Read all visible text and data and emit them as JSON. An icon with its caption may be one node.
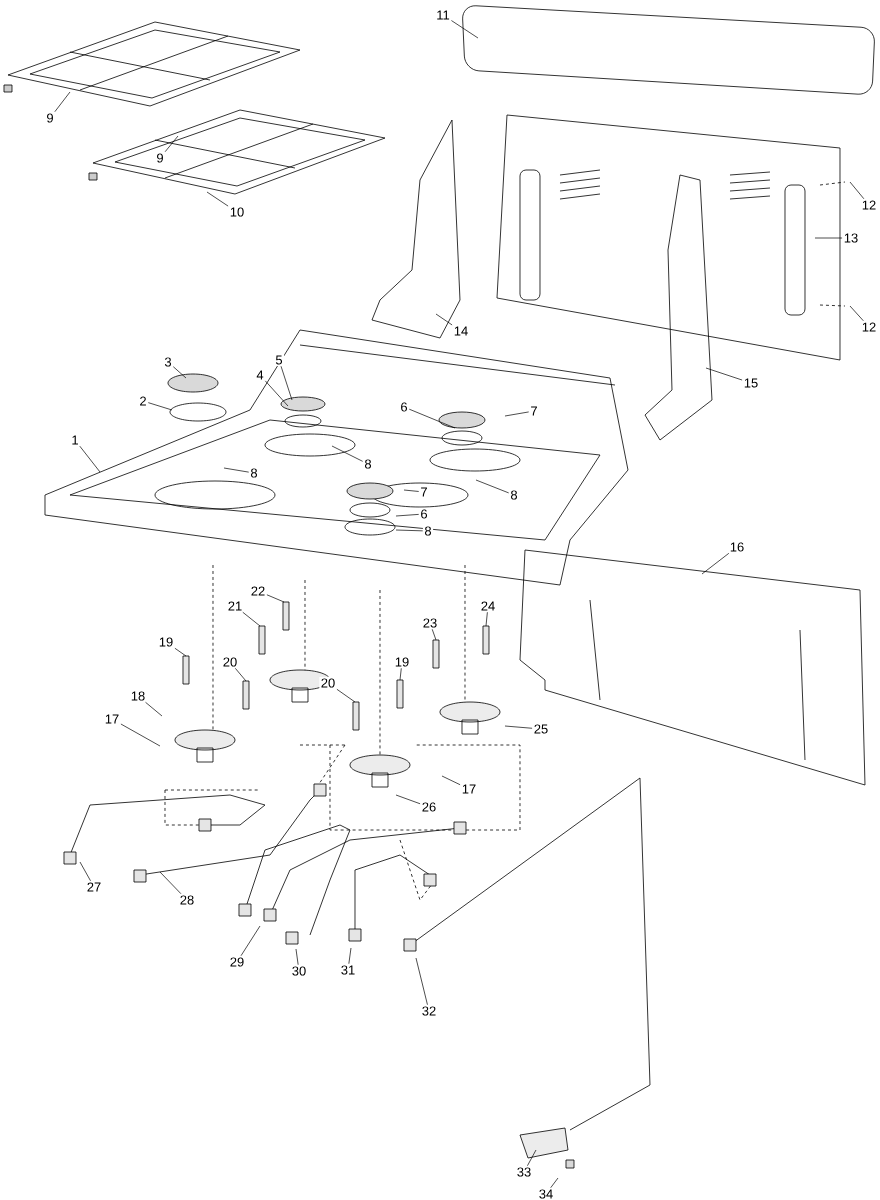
{
  "diagram": {
    "nodes": [
      {
        "text": [
          "11"
        ]
      },
      {
        "text": [
          "9"
        ]
      },
      {
        "text": [
          "9"
        ]
      },
      {
        "text": [
          "10"
        ]
      },
      {
        "text": [
          "12"
        ]
      },
      {
        "text": [
          "13"
        ]
      },
      {
        "text": [
          "12"
        ]
      },
      {
        "text": [
          "14"
        ]
      },
      {
        "text": [
          "3"
        ]
      },
      {
        "text": [
          "5"
        ]
      },
      {
        "text": [
          "4"
        ]
      },
      {
        "text": [
          "15"
        ]
      },
      {
        "text": [
          "2"
        ]
      },
      {
        "text": [
          "6"
        ]
      },
      {
        "text": [
          "7"
        ]
      },
      {
        "text": [
          "1"
        ]
      },
      {
        "text": [
          "8"
        ]
      },
      {
        "text": [
          "8"
        ]
      },
      {
        "text": [
          "7"
        ]
      },
      {
        "text": [
          "8"
        ]
      },
      {
        "text": [
          "6"
        ]
      },
      {
        "text": [
          "8"
        ]
      },
      {
        "text": [
          "16"
        ]
      },
      {
        "text": [
          "22"
        ]
      },
      {
        "text": [
          "21"
        ]
      },
      {
        "text": [
          "24"
        ]
      },
      {
        "text": [
          "23"
        ]
      },
      {
        "text": [
          "19"
        ]
      },
      {
        "text": [
          "20"
        ]
      },
      {
        "text": [
          "19"
        ]
      },
      {
        "text": [
          "20"
        ]
      },
      {
        "text": [
          "18"
        ]
      },
      {
        "text": [
          "17"
        ]
      },
      {
        "text": [
          "25"
        ]
      },
      {
        "text": [
          "17"
        ]
      },
      {
        "text": [
          "26"
        ]
      },
      {
        "text": [
          "27"
        ]
      },
      {
        "text": [
          "28"
        ]
      },
      {
        "text": [
          "29"
        ]
      },
      {
        "text": [
          "30"
        ]
      },
      {
        "text": [
          "31"
        ]
      },
      {
        "text": [
          "32"
        ]
      },
      {
        "text": [
          "33"
        ]
      },
      {
        "text": [
          "34"
        ]
      }
    ],
    "edges": [
      {
        "from": 0,
        "to": null,
        "arrow": "none"
      },
      {
        "from": 1,
        "to": null,
        "arrow": "none"
      },
      {
        "from": 2,
        "to": null,
        "arrow": "none"
      },
      {
        "from": 3,
        "to": null,
        "arrow": "none"
      },
      {
        "from": 4,
        "to": null,
        "arrow": "none"
      },
      {
        "from": 5,
        "to": null,
        "arrow": "none"
      },
      {
        "from": 6,
        "to": null,
        "arrow": "none"
      },
      {
        "from": 7,
        "to": null,
        "arrow": "none"
      },
      {
        "from": 8,
        "to": null,
        "arrow": "none"
      },
      {
        "from": 9,
        "to": null,
        "arrow": "none"
      },
      {
        "from": 10,
        "to": null,
        "arrow": "none"
      },
      {
        "from": 11,
        "to": null,
        "arrow": "none"
      },
      {
        "from": 12,
        "to": null,
        "arrow": "none"
      },
      {
        "from": 13,
        "to": null,
        "arrow": "none"
      },
      {
        "from": 14,
        "to": null,
        "arrow": "none"
      },
      {
        "from": 15,
        "to": null,
        "arrow": "none"
      },
      {
        "from": 16,
        "to": null,
        "arrow": "none"
      },
      {
        "from": 17,
        "to": null,
        "arrow": "none"
      },
      {
        "from": 18,
        "to": null,
        "arrow": "none"
      },
      {
        "from": 19,
        "to": null,
        "arrow": "none"
      },
      {
        "from": 20,
        "to": null,
        "arrow": "none"
      },
      {
        "from": 21,
        "to": null,
        "arrow": "none"
      },
      {
        "from": 22,
        "to": null,
        "arrow": "none"
      },
      {
        "from": 23,
        "to": null,
        "arrow": "none"
      },
      {
        "from": 24,
        "to": null,
        "arrow": "none"
      },
      {
        "from": 25,
        "to": null,
        "arrow": "none"
      },
      {
        "from": 26,
        "to": null,
        "arrow": "none"
      },
      {
        "from": 27,
        "to": null,
        "arrow": "none"
      },
      {
        "from": 28,
        "to": null,
        "arrow": "none"
      },
      {
        "from": 29,
        "to": null,
        "arrow": "none"
      },
      {
        "from": 30,
        "to": null,
        "arrow": "none"
      },
      {
        "from": 31,
        "to": null,
        "arrow": "none"
      },
      {
        "from": 32,
        "to": null,
        "arrow": "none"
      },
      {
        "from": 33,
        "to": null,
        "arrow": "none"
      },
      {
        "from": 34,
        "to": null,
        "arrow": "none"
      },
      {
        "from": 35,
        "to": null,
        "arrow": "none"
      },
      {
        "from": 36,
        "to": null,
        "arrow": "none"
      },
      {
        "from": 37,
        "to": null,
        "arrow": "none"
      },
      {
        "from": 38,
        "to": null,
        "arrow": "none"
      },
      {
        "from": 39,
        "to": null,
        "arrow": "none"
      },
      {
        "from": 40,
        "to": null,
        "arrow": "none"
      },
      {
        "from": 41,
        "to": null,
        "arrow": "none"
      },
      {
        "from": 42,
        "to": null,
        "arrow": "none"
      },
      {
        "from": 43,
        "to": null,
        "arrow": "none"
      }
    ]
  }
}
